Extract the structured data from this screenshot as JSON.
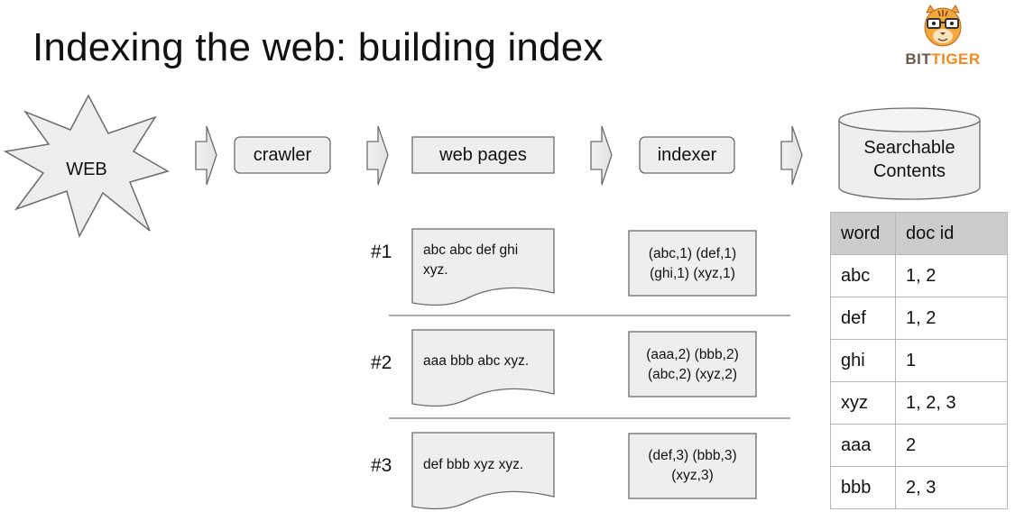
{
  "slide": {
    "title": "Indexing the web: building index"
  },
  "logo": {
    "brand_part1": "BIT",
    "brand_part2": "TIGER",
    "icon": "tiger-with-glasses-icon"
  },
  "pipeline": {
    "source": "WEB",
    "crawler": "crawler",
    "pages": "web pages",
    "indexer": "indexer",
    "store_line1": "Searchable",
    "store_line2": "Contents"
  },
  "documents": [
    {
      "id": "#1",
      "text": "abc abc def ghi xyz.",
      "postings_line1": "(abc,1) (def,1)",
      "postings_line2": "(ghi,1) (xyz,1)"
    },
    {
      "id": "#2",
      "text": "aaa bbb abc xyz.",
      "postings_line1": "(aaa,2) (bbb,2)",
      "postings_line2": "(abc,2) (xyz,2)"
    },
    {
      "id": "#3",
      "text": "def bbb xyz xyz.",
      "postings_line1": "(def,3) (bbb,3)",
      "postings_line2": "(xyz,3)"
    }
  ],
  "index_table": {
    "headers": [
      "word",
      "doc id"
    ],
    "rows": [
      [
        "abc",
        "1, 2"
      ],
      [
        "def",
        "1, 2"
      ],
      [
        "ghi",
        "1"
      ],
      [
        "xyz",
        "1, 2, 3"
      ],
      [
        "aaa",
        "2"
      ],
      [
        "bbb",
        "2, 3"
      ]
    ]
  },
  "colors": {
    "box_fill": "#eeeeee",
    "box_stroke": "#6b6b6b",
    "header_fill": "#cccccc",
    "logo_orange": "#f08a24",
    "logo_brown": "#6b5848"
  }
}
